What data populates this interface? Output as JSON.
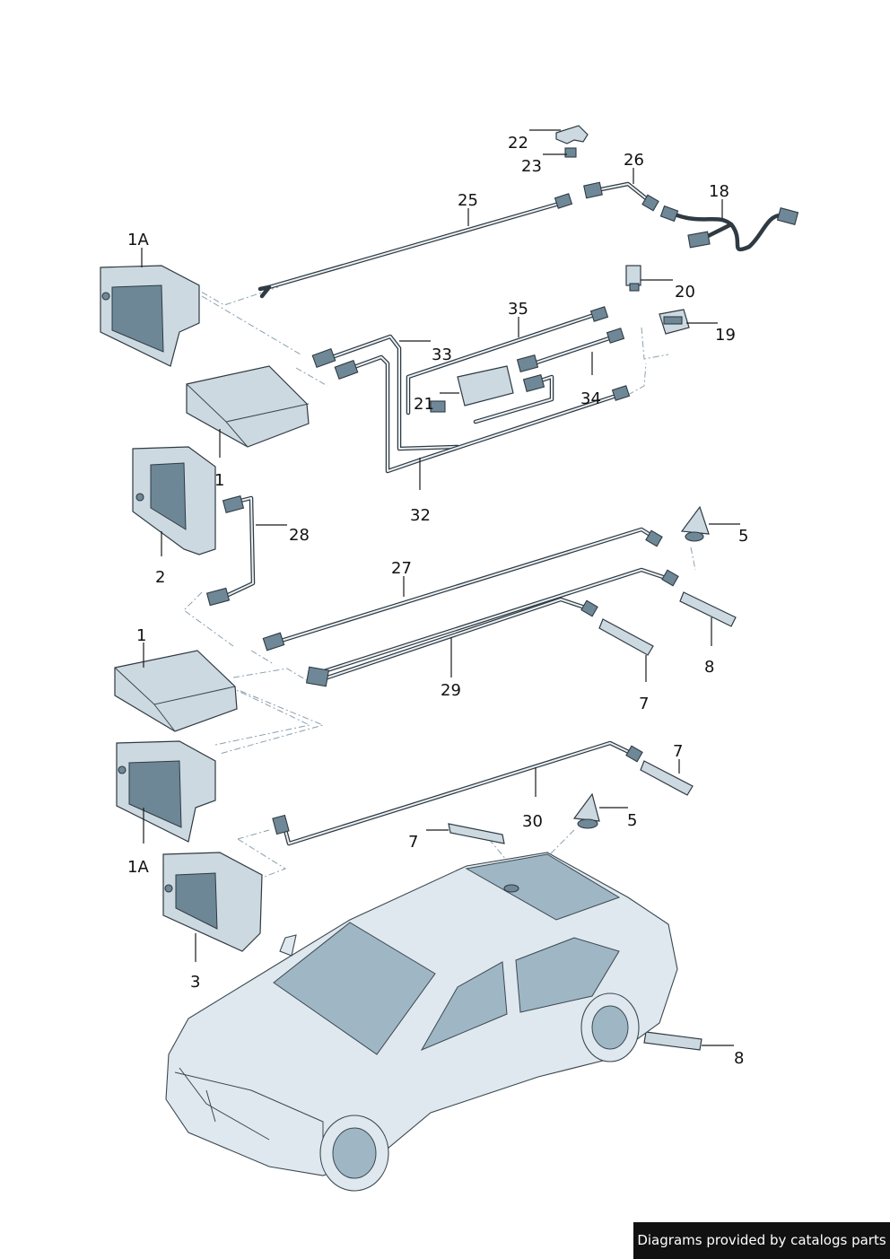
{
  "callouts": {
    "p22": "22",
    "p23": "23",
    "p26": "26",
    "p25": "25",
    "p18": "18",
    "p1a_top": "1A",
    "p20": "20",
    "p35": "35",
    "p19": "19",
    "p33": "33",
    "p21": "21",
    "p34": "34",
    "p1_top": "1",
    "p32": "32",
    "p28": "28",
    "p2": "2",
    "p5_top": "5",
    "p27": "27",
    "p1_mid": "1",
    "p8_top": "8",
    "p29": "29",
    "p7_mid": "7",
    "p7_right": "7",
    "p30": "30",
    "p5_mid": "5",
    "p7_left": "7",
    "p1a_bottom": "1A",
    "p3": "3",
    "p8_bottom": "8"
  },
  "footer": {
    "credit": "Diagrams provided by catalogs parts"
  }
}
